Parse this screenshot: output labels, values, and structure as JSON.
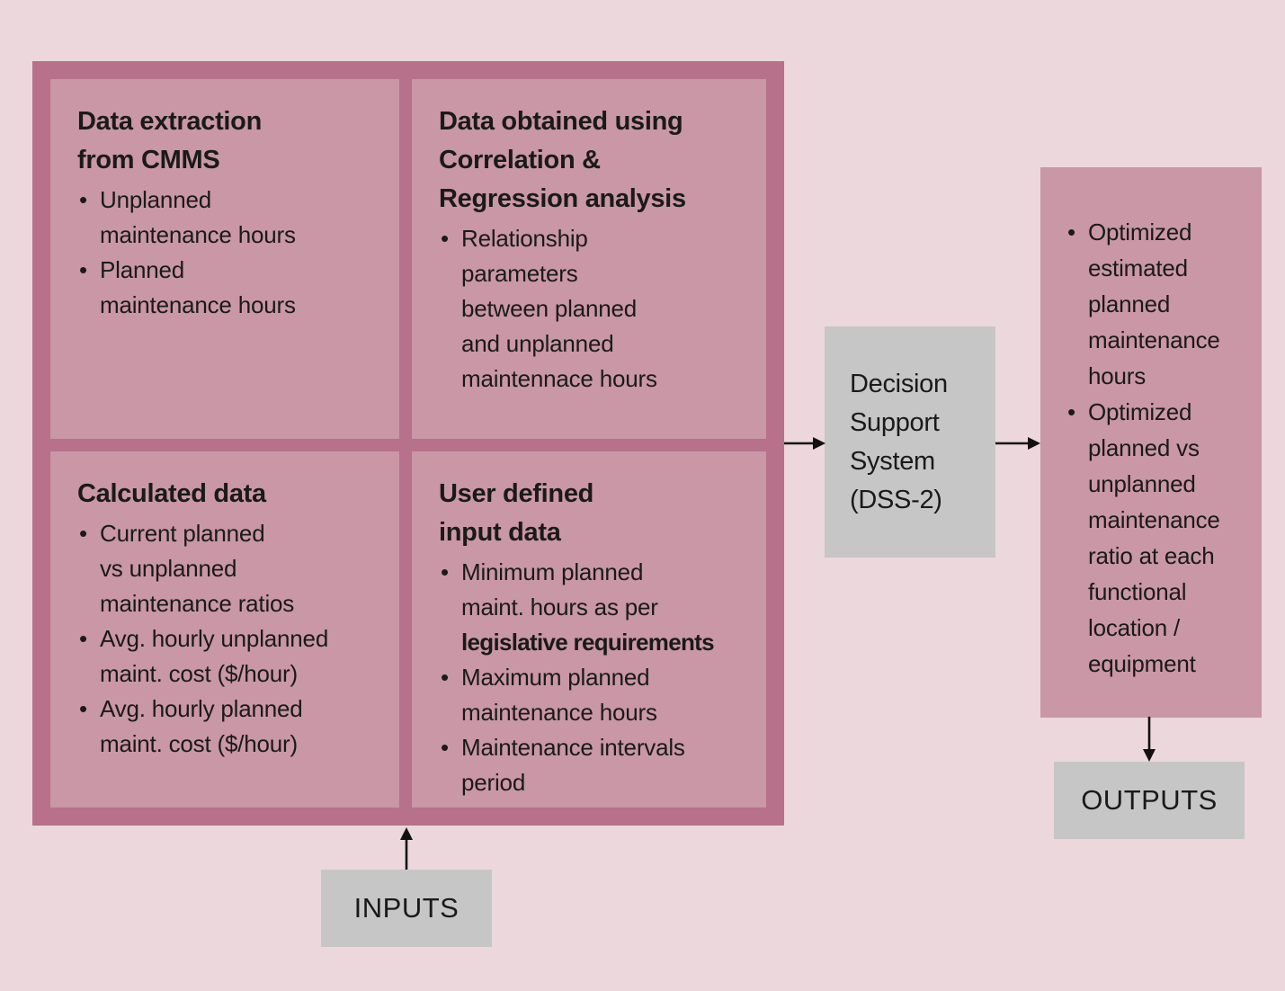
{
  "colors": {
    "background": "#ebd7dc",
    "frame": "#b7718a",
    "panel_pink": "#c997a5",
    "gray_box": "#c6c6c6",
    "text": "#1a1a1a",
    "arrow": "#111111"
  },
  "input_panels": {
    "top_left": {
      "title": "Data extraction\nfrom CMMS",
      "bullets": [
        "Unplanned\nmaintenance hours",
        "Planned\nmaintenance hours"
      ]
    },
    "top_right": {
      "title": "Data obtained using\nCorrelation &\nRegression analysis",
      "bullets": [
        "Relationship\nparameters\nbetween planned\nand unplanned\nmaintennace hours"
      ]
    },
    "bottom_left": {
      "title": "Calculated data",
      "bullets": [
        "Current planned\nvs unplanned\nmaintenance ratios",
        "Avg. hourly unplanned\nmaint. cost ($/hour)",
        "Avg. hourly planned\nmaint. cost ($/hour)"
      ]
    },
    "bottom_right": {
      "title": "User defined\ninput data",
      "bullets": [
        {
          "pre": "Minimum planned\nmaint. hours as per\n",
          "bold": "legislative requirements"
        },
        {
          "text": "Maximum planned\nmaintenance hours"
        },
        {
          "text": "Maintenance intervals\nperiod"
        }
      ]
    }
  },
  "dss_box": {
    "label": "Decision\nSupport\nSystem\n(DSS-2)"
  },
  "output_panel": {
    "bullets": [
      "Optimized\nestimated\nplanned\nmaintenance\nhours",
      "Optimized\nplanned vs\nunplanned\nmaintenance\nratio at each\nfunctional\nlocation /\nequipment"
    ]
  },
  "inputs_label": "INPUTS",
  "outputs_label": "OUTPUTS"
}
